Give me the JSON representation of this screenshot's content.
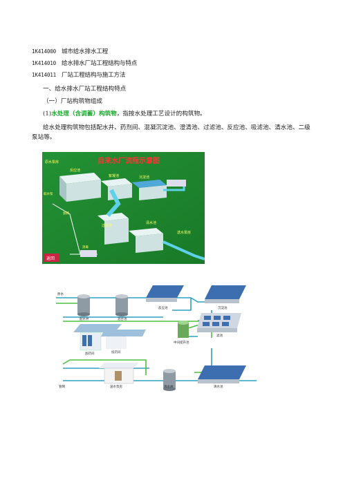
{
  "doc": {
    "h1": {
      "code": "1K414000",
      "title": "城市给水排水工程"
    },
    "h2": {
      "code": "1K414010",
      "title": "给水排水厂站工程结构与特点"
    },
    "h3": {
      "code": "1K414011",
      "title": "厂站工程结构与施工方法"
    },
    "section": "一、给水排水厂站工程结构特点",
    "subsection": "（一）厂站构筑物组成",
    "item1_prefix": "(1)",
    "item1_green": "水处理（含调蓄）构筑物",
    "item1_rest": "，指按水处理工艺设计的构筑物。",
    "paragraph": "给水处理构筑物包括配水井、药剂间、混凝沉淀池、澄清池、过滤池、反应池、吸滤池、清水池、二级泵站等。"
  },
  "figure1": {
    "title": "自来水厂流程示意图",
    "labels": {
      "raw_pump": "原水泵房",
      "reaction": "反应池",
      "flocculation": "絮凝池",
      "sedimentation": "沉淀池",
      "filter": "过滤池",
      "clear_tank": "清水池",
      "sec_pump": "送水泵房",
      "dosing": "加药",
      "disinfect": "消毒",
      "intake": "取水泵",
      "back": "返回"
    }
  },
  "figure2": {
    "labels": {
      "raw_water": "原水",
      "distribution_well": "配水井",
      "mixing_tank": "混合池",
      "reaction_tank": "反应池",
      "sedimentation_tank": "沉淀池",
      "dosing_room": "加药间",
      "chemical_room": "投药间",
      "intermediate_tank": "中间提升池",
      "filter_tank": "滤池",
      "water_network": "管网",
      "pump_station": "送水泵房",
      "clear_well": "清水井",
      "clear_tank": "清水池"
    }
  }
}
